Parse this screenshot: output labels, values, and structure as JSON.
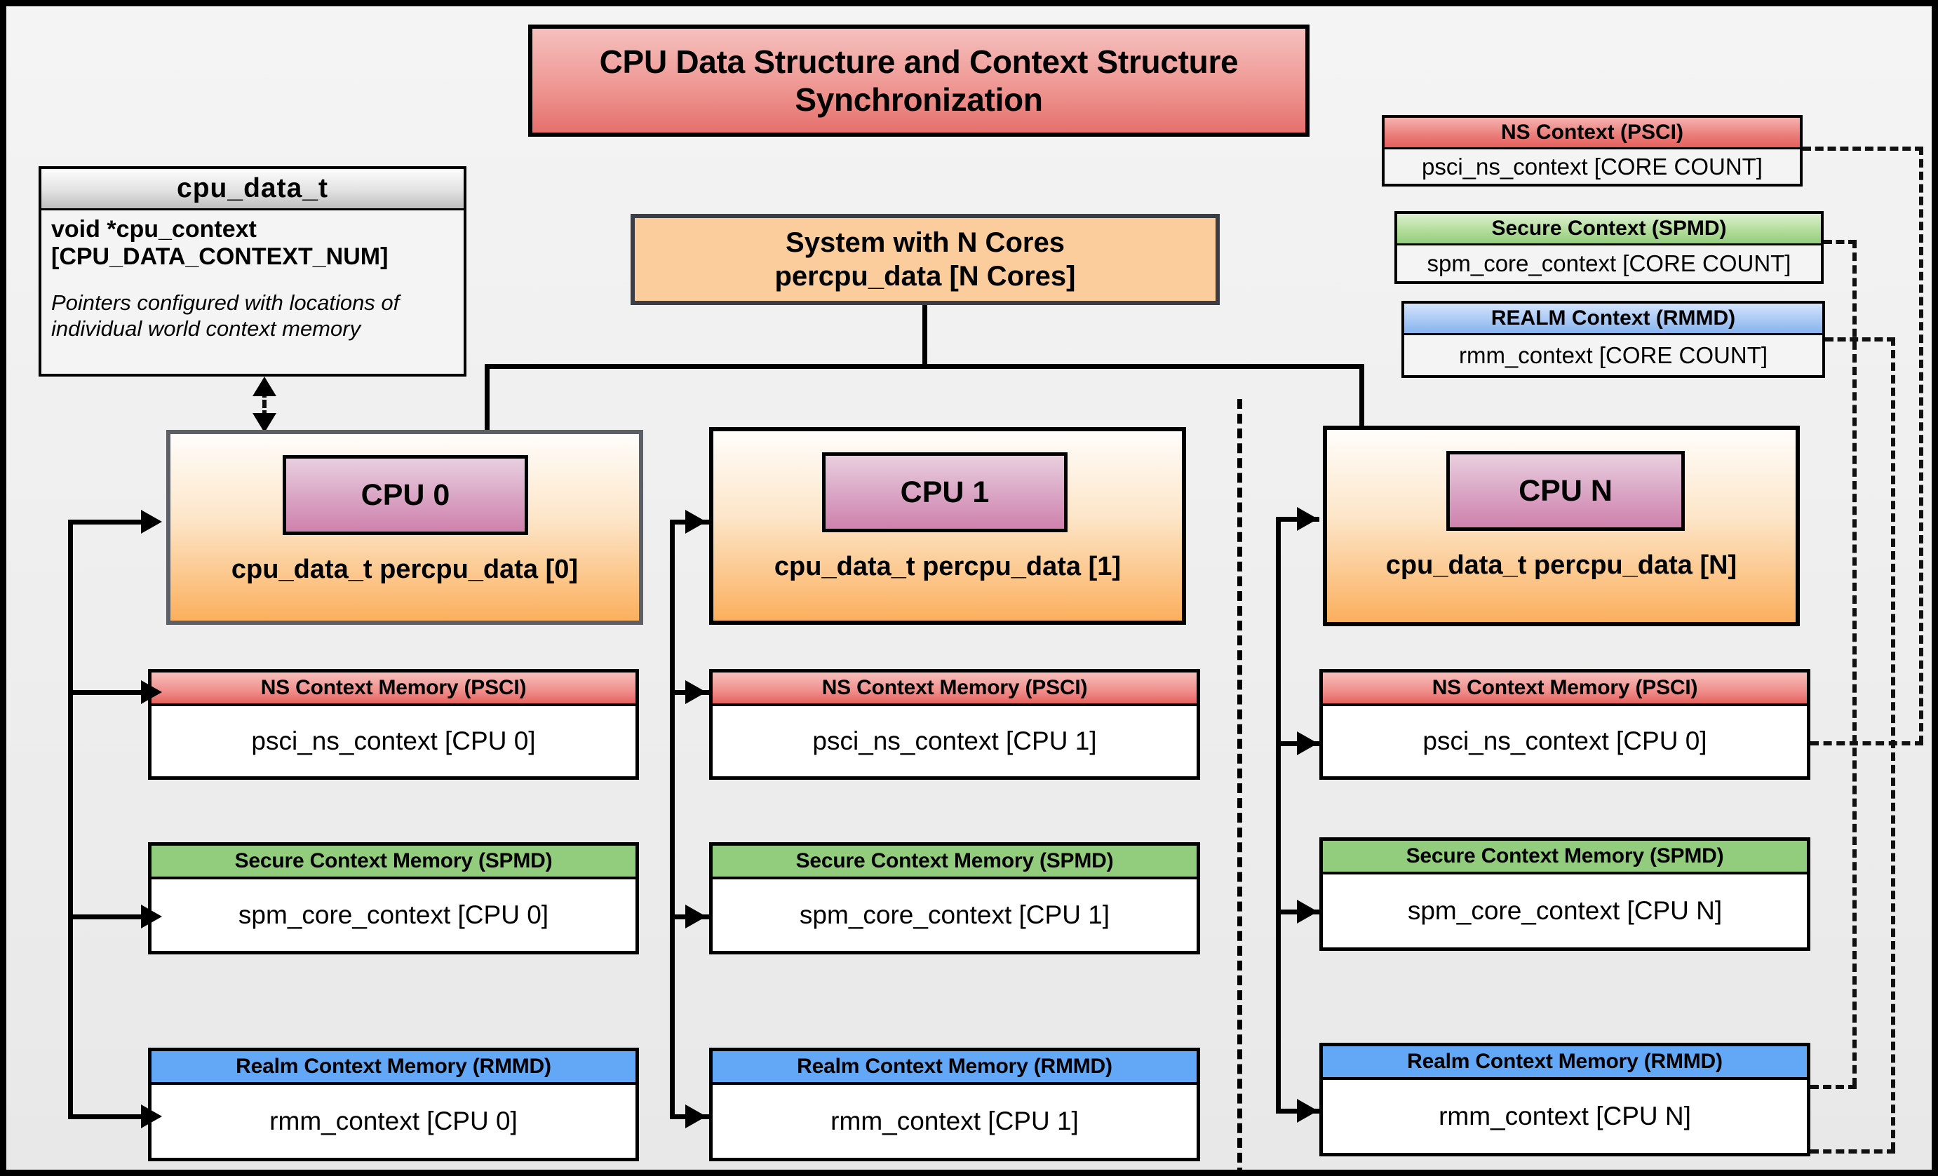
{
  "title": "CPU Data Structure and Context Structure Synchronization",
  "colors": {
    "ns_red": "#ef8e8b",
    "secure_green": "#92cc7d",
    "realm_blue": "#63a7f7",
    "cpu_orange": "#fbaf5d",
    "cpu_chip_pink": "#d9a3c3",
    "system_peach": "#fbcd9c",
    "background": "#eeeeee",
    "outline": "#000000"
  },
  "cpu_data_t": {
    "header": "cpu_data_t",
    "declaration": "void  *cpu_context [CPU_DATA_CONTEXT_NUM]",
    "note": "Pointers configured with locations of individual world context memory"
  },
  "system": {
    "line1": "System with N Cores",
    "line2": "percpu_data [N Cores]"
  },
  "templates": [
    {
      "header": "NS Context  (PSCI)",
      "value": "psci_ns_context [CORE COUNT]"
    },
    {
      "header": "Secure Context (SPMD)",
      "value": "spm_core_context [CORE COUNT]"
    },
    {
      "header": "REALM Context (RMMD)",
      "value": "rmm_context [CORE COUNT]"
    }
  ],
  "columns": [
    {
      "chip": "CPU 0",
      "caption": "cpu_data_t percpu_data [0]",
      "contexts": [
        {
          "header": "NS Context Memory (PSCI)",
          "value": "psci_ns_context [CPU 0]"
        },
        {
          "header": "Secure Context Memory (SPMD)",
          "value": "spm_core_context [CPU 0]"
        },
        {
          "header": "Realm Context Memory (RMMD)",
          "value": "rmm_context [CPU 0]"
        }
      ]
    },
    {
      "chip": "CPU 1",
      "caption": "cpu_data_t percpu_data [1]",
      "contexts": [
        {
          "header": "NS Context Memory (PSCI)",
          "value": "psci_ns_context [CPU 1]"
        },
        {
          "header": "Secure Context Memory (SPMD)",
          "value": "spm_core_context [CPU 1]"
        },
        {
          "header": "Realm Context Memory (RMMD)",
          "value": "rmm_context [CPU 1]"
        }
      ]
    },
    {
      "chip": "CPU N",
      "caption": "cpu_data_t percpu_data [N]",
      "contexts": [
        {
          "header": "NS Context Memory (PSCI)",
          "value": "psci_ns_context [CPU 0]"
        },
        {
          "header": "Secure Context Memory (SPMD)",
          "value": "spm_core_context [CPU N]"
        },
        {
          "header": "Realm Context Memory (RMMD)",
          "value": "rmm_context [CPU N]"
        }
      ]
    }
  ]
}
